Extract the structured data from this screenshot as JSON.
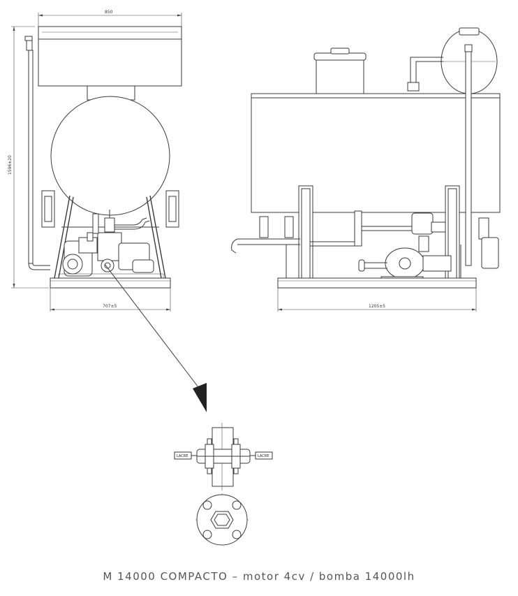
{
  "dimensions": {
    "top_width": "850",
    "total_height": "1596±20",
    "front_base_width": "707±5",
    "side_base_width": "1205±5"
  },
  "seal_labels": {
    "left": "LACRE",
    "right": "LACRE"
  },
  "caption": "M 14000 COMPACTO – motor 4cv / bomba 14000lh"
}
